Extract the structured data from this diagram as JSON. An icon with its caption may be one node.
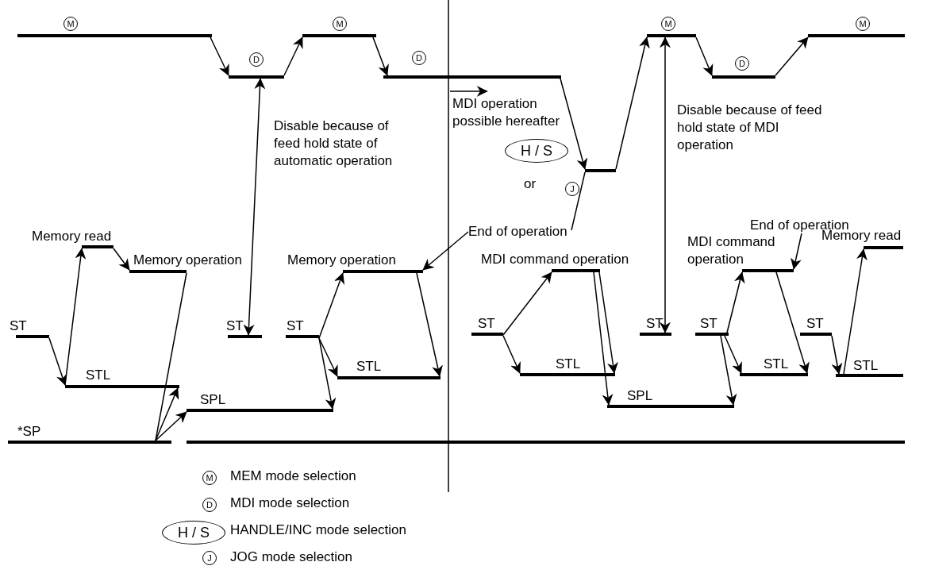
{
  "diagram": {
    "nodes": [
      {
        "text": [],
        "shape": "bar",
        "beside": [
          "M"
        ]
      },
      {
        "text": [],
        "shape": "bar",
        "beside": [
          "M"
        ]
      },
      {
        "text": [],
        "shape": "bar",
        "beside": [
          "M"
        ]
      },
      {
        "text": [],
        "shape": "bar",
        "beside": [
          "M"
        ]
      },
      {
        "text": [],
        "shape": "bar",
        "beside": [
          "D"
        ]
      },
      {
        "text": [],
        "shape": "bar",
        "beside": [
          "D"
        ]
      },
      {
        "text": [],
        "shape": "bar",
        "beside": [
          "D"
        ]
      },
      {
        "text": [],
        "shape": "bar",
        "beside": [
          "H / S",
          "or",
          "J"
        ]
      },
      {
        "text": [
          "End of operation"
        ]
      },
      {
        "text": [
          "End of operation"
        ]
      },
      {
        "text": [],
        "shape": "bar",
        "beside": [
          "Memory read"
        ]
      },
      {
        "text": [],
        "shape": "bar",
        "beside": [
          "Memory read"
        ]
      },
      {
        "text": [],
        "shape": "bar",
        "beside": [
          "Memory operation"
        ]
      },
      {
        "text": [],
        "shape": "bar",
        "beside": [
          "Memory operation"
        ]
      },
      {
        "text": [],
        "shape": "bar",
        "beside": [
          "MDI command operation"
        ]
      },
      {
        "text": [],
        "shape": "bar",
        "beside": [
          "MDI command operation"
        ]
      },
      {
        "text": [],
        "shape": "bar",
        "beside": [
          "ST"
        ]
      },
      {
        "text": [],
        "shape": "bar",
        "beside": [
          "ST"
        ]
      },
      {
        "text": [],
        "shape": "bar",
        "beside": [
          "ST"
        ]
      },
      {
        "text": [],
        "shape": "bar",
        "beside": [
          "ST"
        ]
      },
      {
        "text": [],
        "shape": "bar",
        "beside": [
          "ST"
        ]
      },
      {
        "text": [],
        "shape": "bar",
        "beside": [
          "ST"
        ]
      },
      {
        "text": [],
        "shape": "bar",
        "beside": [
          "ST"
        ]
      },
      {
        "text": [],
        "shape": "bar",
        "beside": [
          "STL"
        ]
      },
      {
        "text": [],
        "shape": "bar",
        "beside": [
          "STL"
        ]
      },
      {
        "text": [],
        "shape": "bar",
        "beside": [
          "STL"
        ]
      },
      {
        "text": [],
        "shape": "bar",
        "beside": [
          "STL"
        ]
      },
      {
        "text": [],
        "shape": "bar",
        "beside": [
          "STL"
        ]
      },
      {
        "text": [],
        "shape": "bar",
        "beside": [
          "SPL"
        ]
      },
      {
        "text": [],
        "shape": "bar",
        "beside": [
          "SPL"
        ]
      },
      {
        "text": [],
        "shape": "bar",
        "beside": [
          "*SP"
        ]
      },
      {
        "text": [],
        "shape": "bar"
      }
    ],
    "edges": [
      {
        "from": 0,
        "to": 4,
        "arrow": "to"
      },
      {
        "from": 4,
        "to": 1,
        "arrow": "to"
      },
      {
        "from": 1,
        "to": 5,
        "arrow": "to"
      },
      {
        "from": 5,
        "to": 7,
        "arrow": "to"
      },
      {
        "from": 7,
        "to": 2,
        "arrow": "to"
      },
      {
        "from": 2,
        "to": 6,
        "arrow": "to"
      },
      {
        "from": 6,
        "to": 3,
        "arrow": "to"
      },
      {
        "from": 4,
        "to": 17,
        "arrow": "both",
        "label": "Disable because of feed hold state of automatic operation"
      },
      {
        "from": 2,
        "to": 20,
        "arrow": "both",
        "label": "Disable because of feed hold state of MDI operation"
      },
      {
        "from": 8,
        "to": 13,
        "arrow": "to"
      },
      {
        "from": 8,
        "to": 7,
        "arrow": "none"
      },
      {
        "from": 9,
        "to": 15,
        "arrow": "to"
      },
      {
        "from": 16,
        "to": 23,
        "arrow": "to"
      },
      {
        "from": 23,
        "to": 10,
        "arrow": "to"
      },
      {
        "from": 10,
        "to": 12,
        "arrow": "to"
      },
      {
        "from": 12,
        "to": 30,
        "arrow": "none"
      },
      {
        "from": 30,
        "to": 23,
        "arrow": "to"
      },
      {
        "from": 30,
        "to": 28,
        "arrow": "to"
      },
      {
        "from": 18,
        "to": 24,
        "arrow": "to"
      },
      {
        "from": 18,
        "to": 28,
        "arrow": "to"
      },
      {
        "from": 18,
        "to": 13,
        "arrow": "to"
      },
      {
        "from": 13,
        "to": 24,
        "arrow": "to"
      },
      {
        "from": 19,
        "to": 14,
        "arrow": "to"
      },
      {
        "from": 19,
        "to": 25,
        "arrow": "to"
      },
      {
        "from": 14,
        "to": 25,
        "arrow": "to"
      },
      {
        "from": 14,
        "to": 29,
        "arrow": "to"
      },
      {
        "from": 21,
        "to": 15,
        "arrow": "to"
      },
      {
        "from": 21,
        "to": 26,
        "arrow": "to"
      },
      {
        "from": 21,
        "to": 29,
        "arrow": "to"
      },
      {
        "from": 15,
        "to": 26,
        "arrow": "to"
      },
      {
        "from": 22,
        "to": 27,
        "arrow": "to"
      },
      {
        "from": 27,
        "to": 11,
        "arrow": "to"
      }
    ],
    "labels": [
      "MDI operation possible hereafter",
      "M",
      "D",
      "H / S",
      "J"
    ],
    "legend": [
      {
        "text": "MEM mode selection"
      },
      {
        "text": "MDI mode selection"
      },
      {
        "text": "HANDLE/INC mode selection"
      },
      {
        "text": "JOG mode selection"
      }
    ]
  }
}
